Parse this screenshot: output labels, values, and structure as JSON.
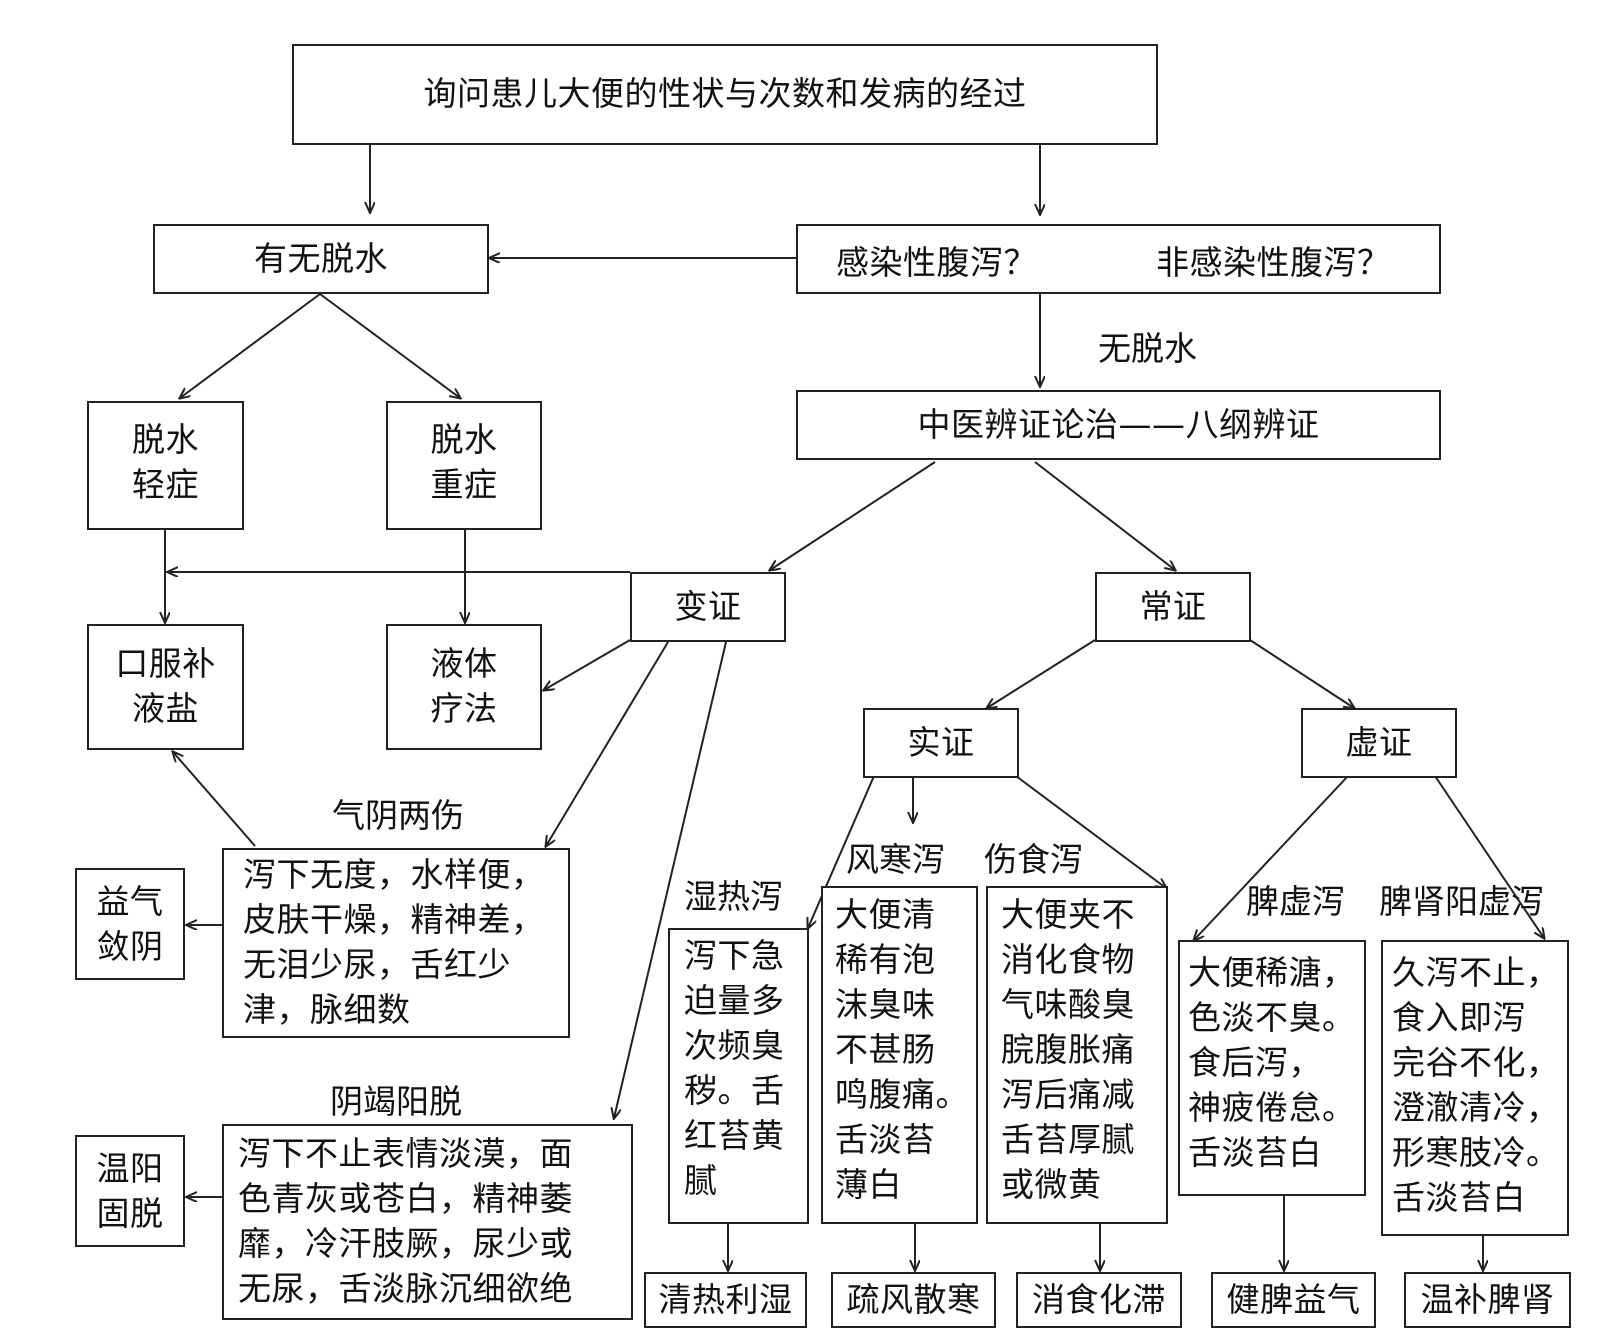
{
  "nodes": {
    "root": "询问患儿大便的性状与次数和发病的经过",
    "dehydration_check": "有无脱水",
    "infective": "感染性腹泻？",
    "non_infective": "非感染性腹泻？",
    "no_dehydration": "无脱水",
    "tcm": "中医辨证论治——八纲辨证",
    "mild": "脱水\n轻症",
    "severe": "脱水\n重症",
    "complex": "变证",
    "common": "常证",
    "ors": "口服补\n液盐",
    "fluid": "液体\n疗法",
    "excess": "实证",
    "deficiency": "虚证",
    "qi_yin_title": "气阴两伤",
    "qi_yin_desc": "泻下无度，水样便，\n皮肤干燥，精神差，\n无泪少尿，舌红少\n津，脉细数",
    "qi_yin_treat": "益气\n敛阴",
    "yin_yang_title": "阴竭阳脱",
    "yin_yang_desc": "泻下不止表情淡漠，面\n色青灰或苍白，精神萎\n靡，冷汗肢厥，尿少或\n无尿，舌淡脉沉细欲绝",
    "yin_yang_treat": "温阳\n固脱",
    "damp_heat_title": "湿热泻",
    "damp_heat_desc": "泻下急\n迫量多\n次频臭\n秽。舌\n红苔黄\n腻",
    "damp_heat_treat": "清热利湿",
    "wind_cold_title": "风寒泻",
    "wind_cold_desc": "大便清\n稀有泡\n沫臭味\n不甚肠\n鸣腹痛。\n舌淡苔\n薄白",
    "wind_cold_treat": "疏风散寒",
    "food_title": "伤食泻",
    "food_desc": "大便夹不\n消化食物\n气味酸臭\n脘腹胀痛\n泻后痛减\n舌苔厚腻\n或微黄",
    "food_treat": "消食化滞",
    "spleen_title": "脾虚泻",
    "spleen_desc": "大便稀溏，\n色淡不臭。\n食后泻，\n神疲倦怠。\n舌淡苔白",
    "spleen_treat": "健脾益气",
    "kidney_title": "脾肾阳虚泻",
    "kidney_desc": "久泻不止，\n食入即泻\n完谷不化，\n澄澈清冷，\n形寒肢冷。\n舌淡苔白",
    "kidney_treat": "温补脾肾"
  },
  "colors": {
    "stroke": "#222222",
    "text": "#111111",
    "background": "#ffffff"
  }
}
